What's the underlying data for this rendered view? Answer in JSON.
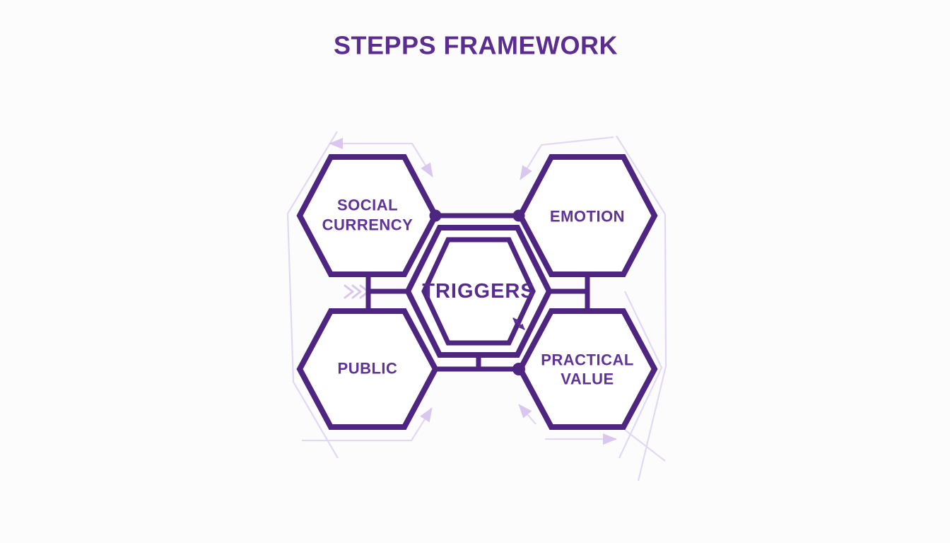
{
  "page": {
    "title": "STEPPS FRAMEWORK"
  },
  "nodes": {
    "social_currency": {
      "line1": "SOCIAL",
      "line2": "CURRENCY"
    },
    "emotion": {
      "line1": "EMOTION"
    },
    "public": {
      "line1": "PUBLIC"
    },
    "practical_value": {
      "line1": "PRACTICAL",
      "line2": "VALUE"
    },
    "triggers": {
      "line1": "TRIGGERS"
    }
  },
  "colors": {
    "accent": "#4e2580",
    "title-text": "#5c2d90",
    "node-text": "#5f3399",
    "center-text": "#562c8e",
    "lavender": "#e3d8f4",
    "lavender-strong": "#d9c7ef",
    "background": "#fcfcfd"
  }
}
